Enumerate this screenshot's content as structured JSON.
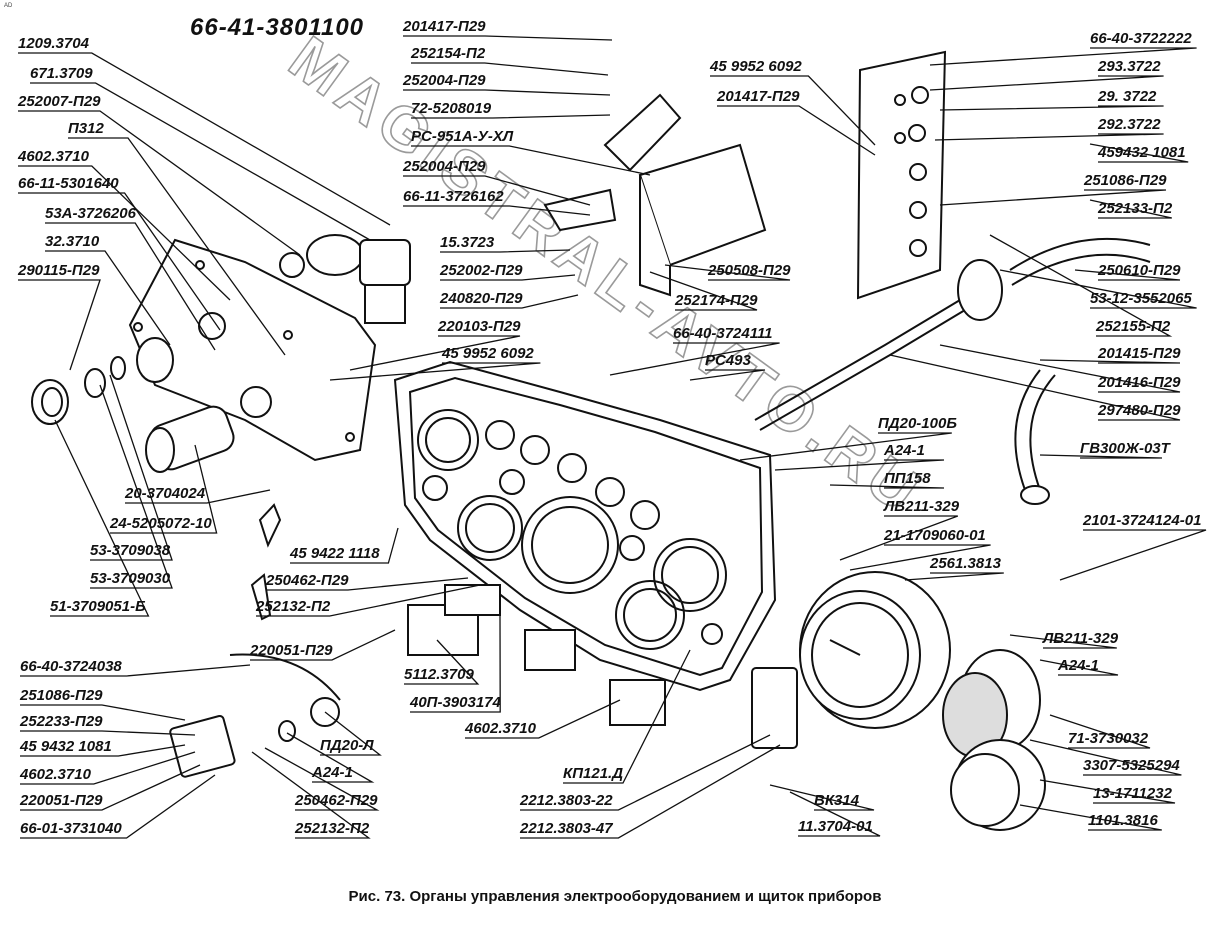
{
  "corner_mark": "AD",
  "title": "66-41-3801100",
  "caption": "Рис. 73.  Органы управления электрооборудованием и щиток приборов",
  "watermark_text": "MAGISTRAL-AVTO.RU",
  "labels_left": [
    "1209.3704",
    "671.3709",
    "252007-П29",
    "П312",
    "4602.3710",
    "66-11-5301640",
    "53А-3726206",
    "32.3710",
    "290115-П29",
    "20-3704024",
    "24-5205072-10",
    "53-3709038",
    "53-3709030",
    "51-3709051-Б"
  ],
  "labels_top_center": [
    "201417-П29",
    "252154-П2",
    "252004-П29",
    "72-5208019",
    "РС-951А-У-ХЛ",
    "252004-П29",
    "66-11-3726162",
    "15.3723",
    "252002-П29",
    "240820-П29",
    "220103-П29",
    "45 9952 6092",
    "250508-П29",
    "252174-П29"
  ],
  "labels_center": [
    "66-40-3724111",
    "РС493",
    "45 9422 1118",
    "250462-П29",
    "252132-П2",
    "220051-П29",
    "5112.3709",
    "40П-3903174",
    "4602.3710",
    "КП121.Д",
    "2212.3803-22",
    "2212.3803-47",
    "ВК314",
    "11.3704-01"
  ],
  "labels_bottom_left": [
    "66-40-3724038",
    "251086-П29",
    "252233-П29",
    "45 9432 1081",
    "4602.3710",
    "220051-П29",
    "66-01-3731040",
    "ПД20-Л",
    "А24-1",
    "250462-П29",
    "252132-П2"
  ],
  "labels_right": [
    "45 9952 6092",
    "201417-П29",
    "66-40-3722222",
    "293.3722",
    "29. 3722",
    "292.3722",
    "459432 1081",
    "251086-П29",
    "252133-П2",
    "250610-П29",
    "53-12-3552065",
    "252155-П2",
    "201415-П29",
    "201416-П29",
    "297480-П29",
    "ГВ300Ж-03Т",
    "ПД20-100Б",
    "А24-1",
    "ПП158",
    "ЛВ211-329",
    "21-1709060-01",
    "2561.3813",
    "2101-3724124-01",
    "ЛВ211-329",
    "А24-1",
    "71-3730032",
    "3307-5325294",
    "13-1711232",
    "1101.3816"
  ]
}
